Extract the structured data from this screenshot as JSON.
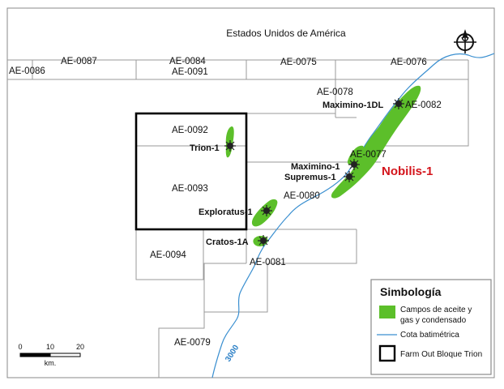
{
  "map": {
    "country_label": "Estados Unidos de América",
    "highlight_label": "Nobilis-1",
    "contour_label": "3000",
    "blocks": {
      "ae0086": "AE-0086",
      "ae0087": "AE-0087",
      "ae0084": "AE-0084",
      "ae0091": "AE-0091",
      "ae0075": "AE-0075",
      "ae0076": "AE-0076",
      "ae0078": "AE-0078",
      "ae0082": "AE-0082",
      "ae0092": "AE-0092",
      "ae0093": "AE-0093",
      "ae0077": "AE-0077",
      "ae0080": "AE-0080",
      "ae0094": "AE-0094",
      "ae0081": "AE-0081",
      "ae0079": "AE-0079"
    },
    "wells": {
      "trion": "Trion-1",
      "exploratus": "Exploratus-1",
      "cratos": "Cratos-1A",
      "maximino": "Maximino-1",
      "supremus": "Supremus-1",
      "maximino_dl": "Maximino-1DL"
    }
  },
  "scale": {
    "ticks": [
      "0",
      "10",
      "20"
    ],
    "unit": "km."
  },
  "legend": {
    "title": "Simbología",
    "fields_line1": "Campos  de aceite y",
    "fields_line2": "gas y condensado",
    "bathymetry": "Cota batimétrica",
    "farmout": "Farm Out Bloque Trion"
  },
  "colors": {
    "field_green": "#5cbf2a",
    "bathymetry_blue": "#3a8fd0",
    "highlight_red": "#d4151c",
    "block_line": "#9a9a9a"
  },
  "icons": {
    "north_arrow": "compass-north-icon",
    "well": "well-star-icon"
  }
}
